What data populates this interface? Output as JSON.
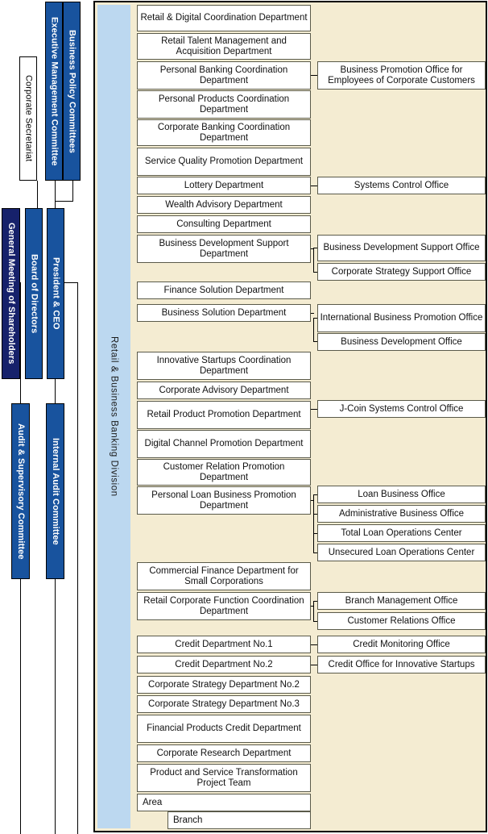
{
  "meta": {
    "title": "Organization Chart",
    "colors": {
      "navy": "#16216b",
      "blue": "#18539e",
      "light_blue": "#bcd8f0",
      "beige": "#f4ecd2",
      "box_border": "#5a5a4a",
      "line": "#000000"
    }
  },
  "governance": {
    "items": [
      {
        "id": "business-policy-committees",
        "label": "Business Policy Committees",
        "style": "blue"
      },
      {
        "id": "executive-management-committee",
        "label": "Executive Management Committee",
        "style": "blue"
      },
      {
        "id": "corporate-secretariat",
        "label": "Corporate Secretariat",
        "style": "white"
      },
      {
        "id": "general-meeting-of-shareholders",
        "label": "General Meeting of Shareholders",
        "style": "navy"
      },
      {
        "id": "board-of-directors",
        "label": "Board of Directors",
        "style": "blue"
      },
      {
        "id": "president-and-ceo",
        "label": "President & CEO",
        "style": "blue"
      },
      {
        "id": "audit-and-supervisory-committee",
        "label": "Audit & Supervisory Committee",
        "style": "blue"
      },
      {
        "id": "internal-audit-committee",
        "label": "Internal Audit Committee",
        "style": "blue"
      }
    ]
  },
  "division": {
    "label": "Retail & Business Banking Division"
  },
  "departments": [
    {
      "id": "d1",
      "label": "Retail & Digital Coordination Department"
    },
    {
      "id": "d2",
      "label": "Retail Talent Management and Acquisition Department"
    },
    {
      "id": "d3",
      "label": "Personal Banking Coordination Department"
    },
    {
      "id": "d4",
      "label": "Personal Products Coordination Department"
    },
    {
      "id": "d5",
      "label": "Corporate Banking Coordination Department"
    },
    {
      "id": "d6",
      "label": "Service Quality Promotion Department"
    },
    {
      "id": "d7",
      "label": "Lottery Department"
    },
    {
      "id": "d8",
      "label": "Wealth Advisory Department"
    },
    {
      "id": "d9",
      "label": "Consulting Department"
    },
    {
      "id": "d10",
      "label": "Business Development Support Department"
    },
    {
      "id": "d11",
      "label": "Finance Solution Department"
    },
    {
      "id": "d12",
      "label": "Business Solution Department"
    },
    {
      "id": "d13",
      "label": "Innovative Startups Coordination Department"
    },
    {
      "id": "d14",
      "label": "Corporate Advisory Department"
    },
    {
      "id": "d15",
      "label": "Retail Product Promotion Department"
    },
    {
      "id": "d16",
      "label": "Digital Channel Promotion Department"
    },
    {
      "id": "d17",
      "label": "Customer Relation Promotion Department"
    },
    {
      "id": "d18",
      "label": "Personal Loan Business Promotion Department"
    },
    {
      "id": "d19",
      "label": "Commercial Finance Department for Small Corporations"
    },
    {
      "id": "d20",
      "label": "Retail Corporate Function Coordination Department"
    },
    {
      "id": "d21",
      "label": "Credit Department No.1"
    },
    {
      "id": "d22",
      "label": "Credit Department No.2"
    },
    {
      "id": "d23",
      "label": "Corporate Strategy Department No.2"
    },
    {
      "id": "d24",
      "label": "Corporate Strategy Department No.3"
    },
    {
      "id": "d25",
      "label": "Financial Products Credit Department"
    },
    {
      "id": "d26",
      "label": "Corporate Research Department"
    },
    {
      "id": "d27",
      "label": "Product and Service Transformation Project Team"
    },
    {
      "id": "d28",
      "label": "Area"
    },
    {
      "id": "d29",
      "label": "Branch"
    }
  ],
  "offices": [
    {
      "id": "o1",
      "label": "Business Promotion Office for Employees of Corporate Customers"
    },
    {
      "id": "o2",
      "label": "Systems Control Office"
    },
    {
      "id": "o3",
      "label": "Business Development Support Office"
    },
    {
      "id": "o4",
      "label": "Corporate Strategy Support Office"
    },
    {
      "id": "o5",
      "label": "International Business Promotion Office"
    },
    {
      "id": "o6",
      "label": "Business Development Office"
    },
    {
      "id": "o7",
      "label": "J-Coin Systems Control Office"
    },
    {
      "id": "o8",
      "label": "Loan Business Office"
    },
    {
      "id": "o9",
      "label": "Administrative Business Office"
    },
    {
      "id": "o10",
      "label": "Total Loan Operations Center"
    },
    {
      "id": "o11",
      "label": "Unsecured Loan Operations Center"
    },
    {
      "id": "o12",
      "label": "Branch Management Office"
    },
    {
      "id": "o13",
      "label": "Customer Relations Office"
    },
    {
      "id": "o14",
      "label": "Credit Monitoring Office"
    },
    {
      "id": "o15",
      "label": "Credit Office for Innovative Startups"
    }
  ]
}
